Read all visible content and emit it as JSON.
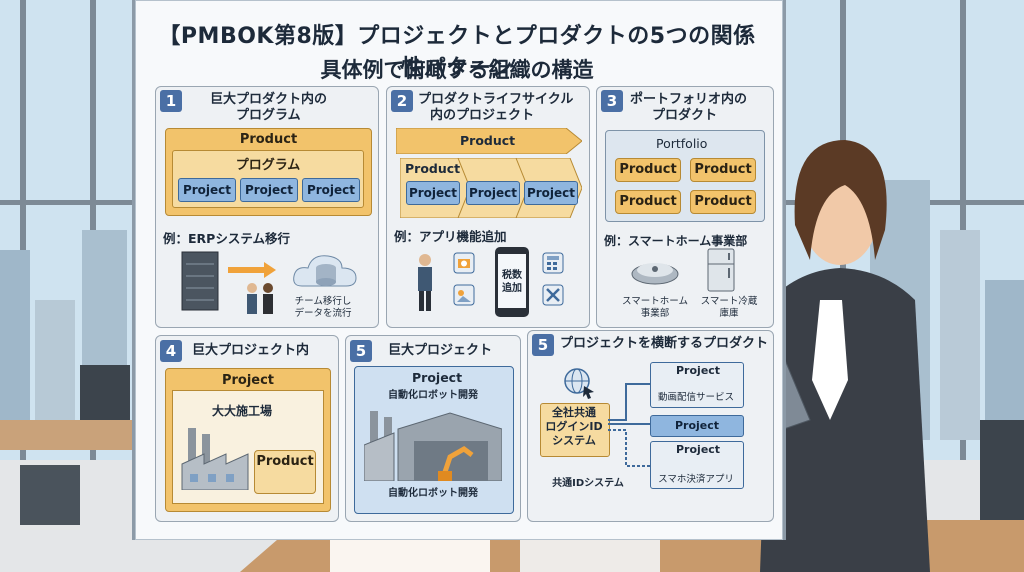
{
  "board": {
    "title": "【PMBOK第8版】プロジェクトとプロダクトの5つの関係性パターン",
    "subtitle": "具体例で俯瞰する組織の構造"
  },
  "panels": [
    {
      "number": "1",
      "title_line1": "巨大プロダクト内の",
      "title_line2": "プログラム",
      "product": "Product",
      "program": "プログラム",
      "projects": [
        "Project",
        "Project",
        "Project"
      ],
      "example": "例：ERPシステム移行",
      "caption_line1": "チーム移行し",
      "caption_line2": "データを流行"
    },
    {
      "number": "2",
      "title_line1": "プロダクトライフサイクル",
      "title_line2": "内のプロジェクト",
      "product": "Product",
      "inner_product": "Product",
      "projects": [
        "Project",
        "Project",
        "Project"
      ],
      "example": "例：アプリ機能追加",
      "phone_line1": "税数",
      "phone_line2": "追加"
    },
    {
      "number": "3",
      "title_line1": "ポートフォリオ内の",
      "title_line2": "プロダクト",
      "portfolio": "Portfolio",
      "products": [
        "Product",
        "Product",
        "Product",
        "Product"
      ],
      "example": "例：スマートホーム事業部",
      "caption_a_line1": "スマートホーム",
      "caption_a_line2": "事業部",
      "caption_b_line1": "スマート冷蔵",
      "caption_b_line2": "庫庫"
    },
    {
      "number": "4",
      "title": "巨大プロジェクト内",
      "project": "Project",
      "factory": "大大施工場",
      "product": "Product"
    },
    {
      "number": "5",
      "title": "巨大プロジェクト",
      "project": "Project",
      "top_caption": "自動化ロボット開発",
      "bottom_caption": "自動化ロボット開発"
    },
    {
      "number": "5",
      "title": "プロジェクトを横断するプロダクト",
      "center_line1": "全社共通",
      "center_line2": "ログインID",
      "center_line3": "システム",
      "projects": [
        "Project",
        "Project",
        "Project"
      ],
      "service_a": "動画配信サービス",
      "service_b": "スマホ決済アプリ",
      "bottom_label": "共通IDシステム"
    }
  ],
  "colors": {
    "product": "#f2c36b",
    "project": "#8fb6df",
    "accent_number": "#4a6fa5",
    "text": "#1d2a3a"
  }
}
